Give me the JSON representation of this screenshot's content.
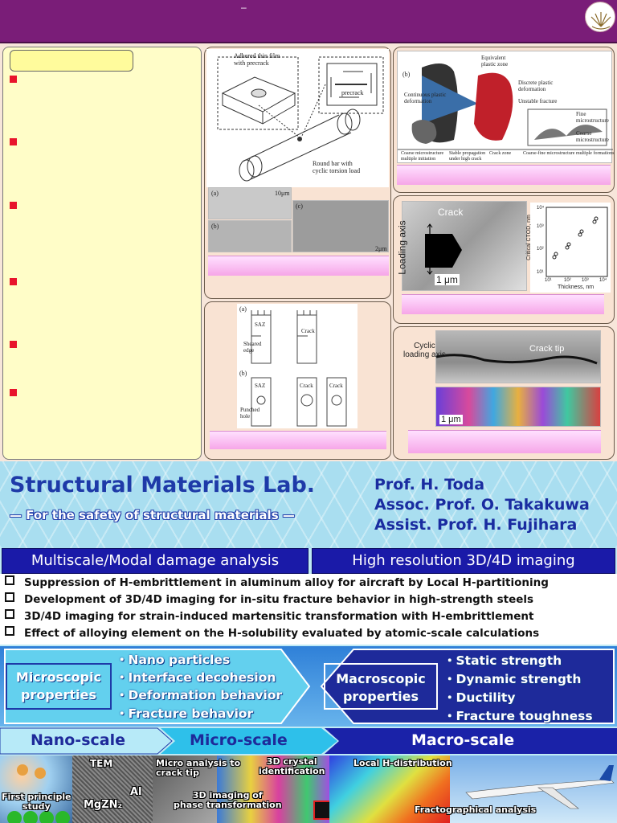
{
  "header": {
    "dash": "–"
  },
  "fig_topmid": {
    "label_film": "Adhered thin film\nwith precrack",
    "label_precrack": "precrack",
    "label_bar": "Round bar with\ncyclic torsion load",
    "micro_a": "(a)",
    "micro_b": "(b)",
    "micro_c": "(c)",
    "scale_top": "10μm",
    "scale_bot": "2μm"
  },
  "fig_mid2": {
    "label_a": "(a)",
    "label_b": "(b)",
    "sheared": "Sheared\nedge",
    "saz1": "SAZ",
    "saz2": "SAZ",
    "crack1": "Crack",
    "crack2": "Crack",
    "crack3": "Crack",
    "punched": "Punched\nhole"
  },
  "fig_right1": {
    "label_b": "(b)",
    "equivalent": "Equivalent\nplastic zone",
    "discrete": "Discrete plastic\ndeformation",
    "unstable": "Unstable fracture",
    "continuous": "Continuous plastic\ndeformation",
    "fine": "Fine\nmicrostructure",
    "coarse": "Coarse\nmicrostructure",
    "bottom1": "Coarse microstructure\nmultiple initiation",
    "bottom2": "Stable propagation\nunder high crack",
    "bottom3": "Crack zone",
    "bottom4": "Coarse-fine microstructure multiple formations"
  },
  "fig_right2": {
    "crack": "Crack",
    "loading_axis": "Loading axis",
    "scale": "1 μm",
    "ylabel": "Critical CTOD, nm",
    "xlabel": "Thickness, nm",
    "y_ticks": [
      "10⁴",
      "10³",
      "10²",
      "10¹"
    ],
    "x_ticks": [
      "10¹",
      "10²",
      "10³",
      "10⁴"
    ]
  },
  "fig_right3": {
    "crack_tip": "Crack tip",
    "cyclic": "Cyclic\nloading axis",
    "scale": "1 μm"
  },
  "lab": {
    "title": "Structural Materials Lab.",
    "subtitle": "— For the safety of structural materials —",
    "profs": [
      "Prof.    H. Toda",
      "Assoc. Prof. O. Takakuwa",
      "Assist. Prof. H. Fujihara"
    ]
  },
  "bars": {
    "left": "Multiscale/Modal damage analysis",
    "right": "High resolution 3D/4D imaging"
  },
  "research_items": [
    "Suppression of H-embrittlement in  aluminum alloy for aircraft by Local H-partitioning",
    "Development of 3D/4D imaging for in-situ fracture behavior in high-strength steels",
    "3D/4D imaging for strain-induced martensitic transformation with H-embrittlement",
    "Effect of alloying element on the H-solubility evaluated by atomic-scale calculations"
  ],
  "micro_props": {
    "title": "Microscopic\nproperties",
    "items": [
      "・Nano particles",
      "・Interface decohesion",
      "・Deformation behavior",
      "・Fracture behavior"
    ]
  },
  "macro_props": {
    "title": "Macroscopic\nproperties",
    "items": [
      "・Static strength",
      "・Dynamic strength",
      "・Ductility",
      "・Fracture toughness"
    ]
  },
  "scales": [
    "Nano-scale",
    "Micro-scale",
    "Macro-scale"
  ],
  "photo_captions": {
    "tem": "TEM",
    "first": "First principle\nstudy",
    "mgzn": "MgZN₂",
    "al": "Al",
    "micro_analysis": "Micro analysis to\ncrack tip",
    "crystal": "3D crystal\nidentification",
    "phase": "3D imaging of\nphase transformation",
    "local_h": "Local H-distribution",
    "fracto": "Fractographical analysis"
  },
  "colors": {
    "header": "#7a1d78",
    "bar": "#1a1aa8",
    "bullet": "#e8142c"
  }
}
